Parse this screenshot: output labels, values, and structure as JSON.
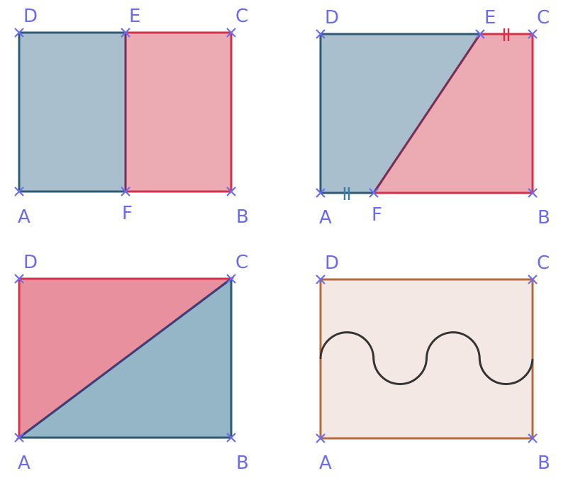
{
  "colors": {
    "blue_fill": "#a9bfcd",
    "blue_stroke": "#2f5a74",
    "red_fill": "#ecaab3",
    "red_stroke": "#d3324a",
    "red_fill_dark": "#e8909d",
    "blue_fill_dark": "#94b6c7",
    "beige_fill": "#f3e8e4",
    "brown_stroke": "#b56b3c",
    "curve": "#333333",
    "point": "#6b6bf0"
  },
  "panels": {
    "p1": {
      "D": "D",
      "E": "E",
      "C": "C",
      "A": "A",
      "F": "F",
      "B": "B"
    },
    "p2": {
      "D": "D",
      "E": "E",
      "C": "C",
      "A": "A",
      "F": "F",
      "B": "B"
    },
    "p3": {
      "D": "D",
      "C": "C",
      "A": "A",
      "B": "B"
    },
    "p4": {
      "D": "D",
      "C": "C",
      "A": "A",
      "B": "B"
    }
  }
}
